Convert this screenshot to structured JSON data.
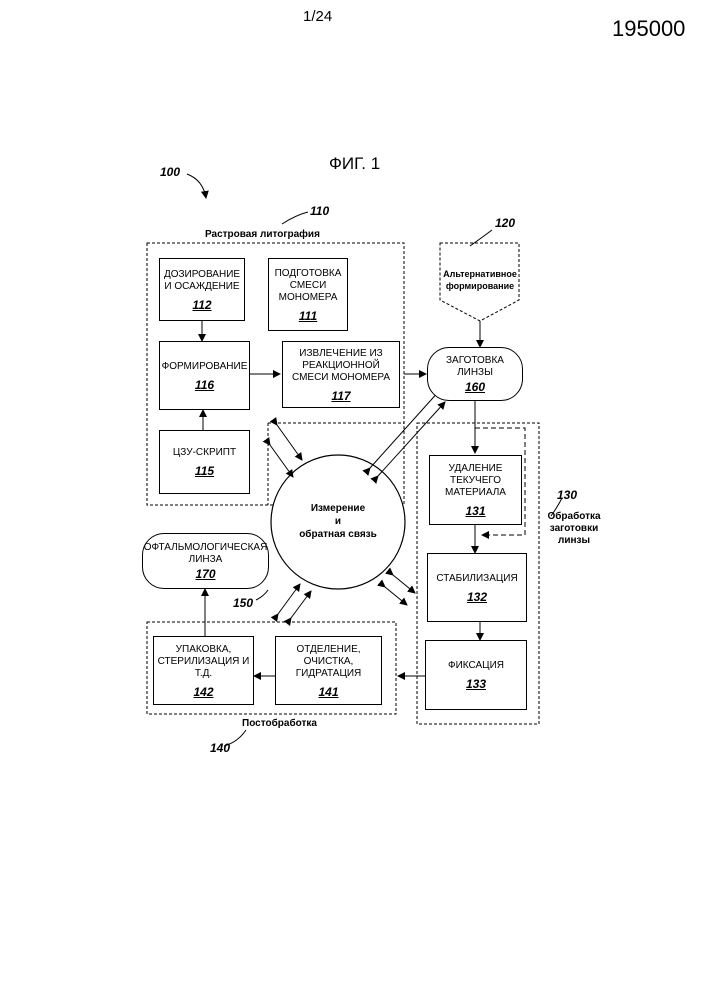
{
  "header": {
    "page": "1/24",
    "doc_number": "195000"
  },
  "figure": {
    "title": "ФИГ. 1",
    "ref_100": "100"
  },
  "groups": {
    "raster": {
      "title": "Растровая литография",
      "ref": "110"
    },
    "alternative": {
      "title": "Альтернативное формирование",
      "ref": "120"
    },
    "blank_processing": {
      "title": "Обработка заготовки линзы",
      "ref": "130"
    },
    "post": {
      "title": "Постобработка",
      "ref": "140"
    },
    "measure": {
      "ref": "150"
    }
  },
  "boxes": {
    "b112": {
      "text": "ДОЗИРОВАНИЕ И ОСАЖДЕНИЕ",
      "num": "112"
    },
    "b111": {
      "text": "ПОДГОТОВКА СМЕСИ МОНОМЕРА",
      "num": "111"
    },
    "b116": {
      "text": "ФОРМИРОВАНИЕ",
      "num": "116"
    },
    "b117": {
      "text": "ИЗВЛЕЧЕНИЕ ИЗ РЕАКЦИОННОЙ СМЕСИ МОНОМЕРА",
      "num": "117"
    },
    "b115": {
      "text": "ЦЗУ-СКРИПТ",
      "num": "115"
    },
    "b160": {
      "text": "ЗАГОТОВКА ЛИНЗЫ",
      "num": "160"
    },
    "b131": {
      "text": "УДАЛЕНИЕ ТЕКУЧЕГО МАТЕРИАЛА",
      "num": "131"
    },
    "b132": {
      "text": "СТАБИЛИЗАЦИЯ",
      "num": "132"
    },
    "b133": {
      "text": "ФИКСАЦИЯ",
      "num": "133"
    },
    "b141": {
      "text": "ОТДЕЛЕНИЕ, ОЧИСТКА, ГИДРАТАЦИЯ",
      "num": "141"
    },
    "b142": {
      "text": "УПАКОВКА, СТЕРИЛИЗАЦИЯ И Т.Д.",
      "num": "142"
    },
    "b170": {
      "text": "ОФТАЛЬМОЛОГИЧЕСКАЯ ЛИНЗА",
      "num": "170"
    }
  },
  "measure": {
    "line1": "Измерение",
    "line2": "и",
    "line3": "обратная связь"
  }
}
